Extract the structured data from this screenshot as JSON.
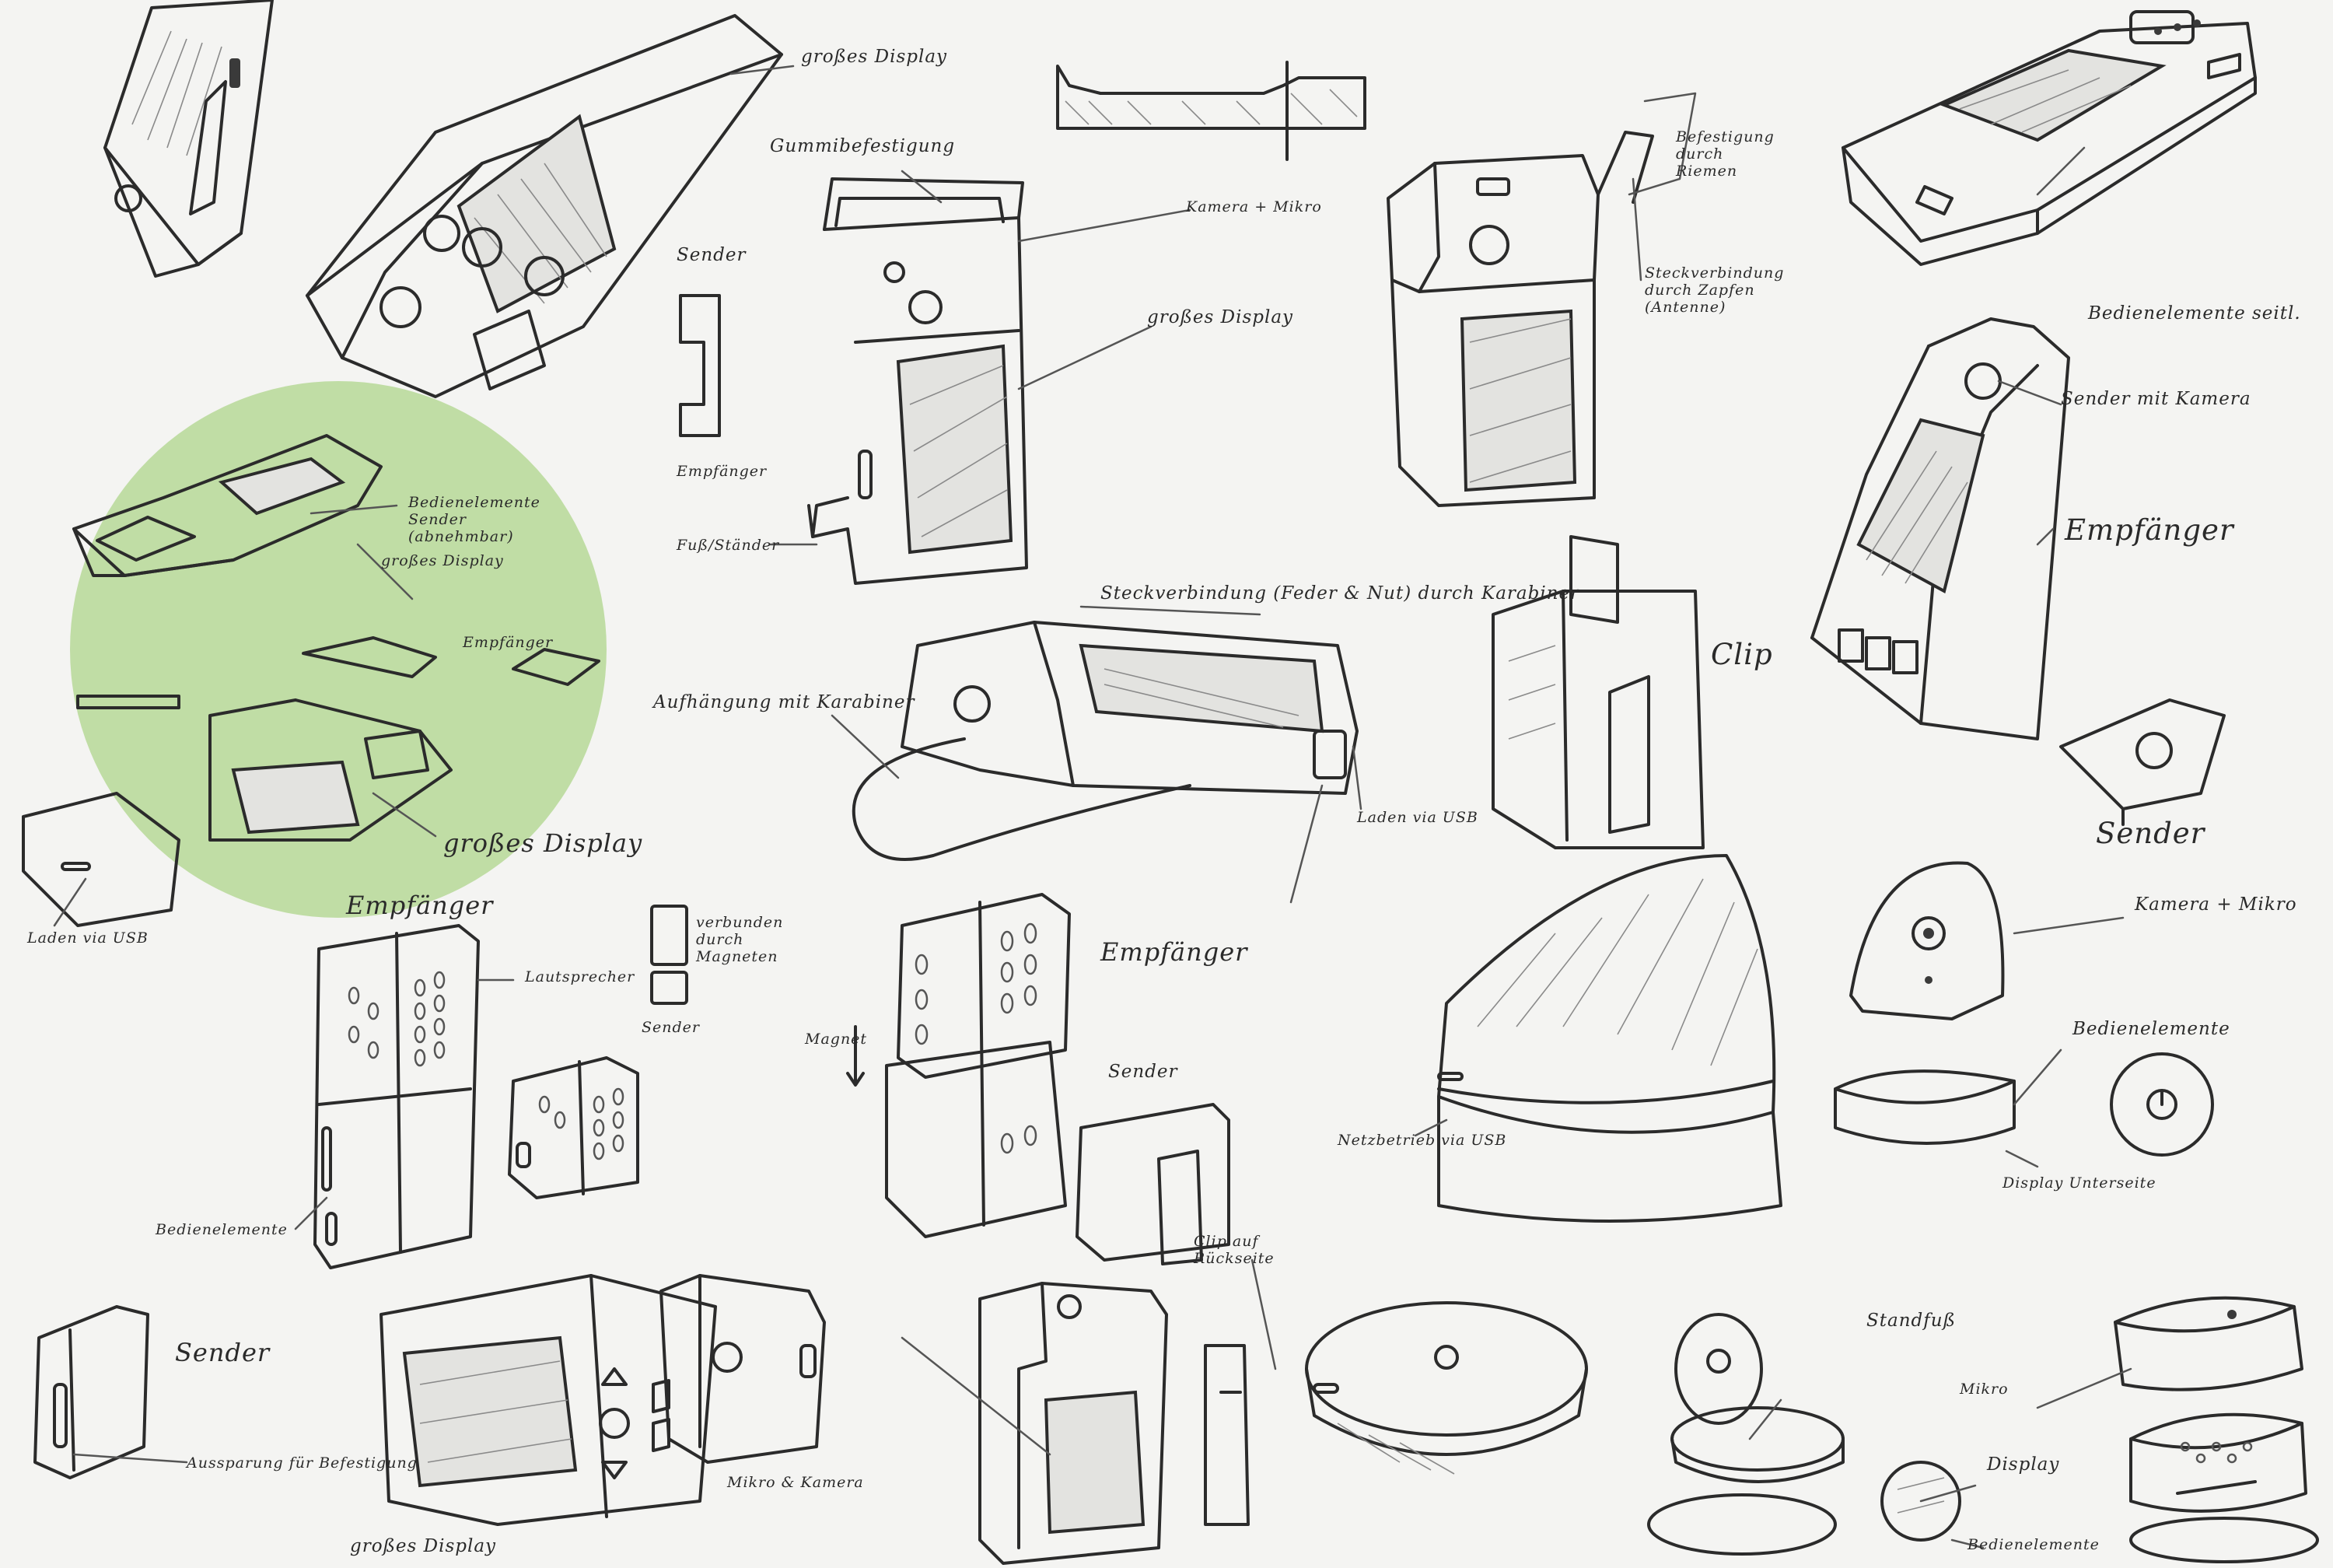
{
  "highlight_color": "#b8d99a",
  "labels": {
    "grosses_display_1": "großes Display",
    "gummibefestigung": "Gummibefestigung",
    "sender_1": "Sender",
    "kamera_mikro_1": "Kamera + Mikro",
    "grosses_display_2": "großes Display",
    "empfaenger_1": "Empfänger",
    "fuss_staender": "Fuß/Ständer",
    "befestigung_riemen": "Befestigung durch Riemen",
    "steckverbindung_zapfen": "Steckverbindung durch Zapfen (Antenne)",
    "bedienelemente_seitl": "Bedienelemente seitl.",
    "sender_mit_kamera": "Sender mit Kamera",
    "empfaenger_2": "Empfänger",
    "bedienelemente_sender": "Bedienelemente Sender (abnehmbar)",
    "grosses_display_3": "großes Display",
    "empfaenger_3": "Empfänger",
    "grosses_display_4": "großes Display",
    "laden_via_usb_1": "Laden via USB",
    "steckverbindung_feder": "Steckverbindung (Feder & Nut) durch Karabiner",
    "aufhaengung_karabiner": "Aufhängung mit Karabiner",
    "laden_via_usb_2": "Laden via USB",
    "clip": "Clip",
    "sender_2": "Sender",
    "empfaenger_4": "Empfänger",
    "lautsprecher": "Lautsprecher",
    "verbunden_magneten": "verbunden durch Magneten",
    "sender_3": "Sender",
    "bedienelemente_1": "Bedienelemente",
    "magnet": "Magnet",
    "empfaenger_5": "Empfänger",
    "sender_4": "Sender",
    "clip_rueckseite": "Clip auf Rückseite",
    "netzbetrieb_usb": "Netzbetrieb via USB",
    "kamera_mikro_2": "Kamera + Mikro",
    "bedienelemente_2": "Bedienelemente",
    "display_unterseite": "Display Unterseite",
    "sender_5": "Sender",
    "aussparung_befestigung": "Aussparung für Befestigung",
    "grosses_display_5": "großes Display",
    "mikro_kamera": "Mikro & Kamera",
    "standfuss": "Standfuß",
    "display": "Display",
    "bedienelemente_3": "Bedienelemente",
    "mikro": "Mikro"
  }
}
